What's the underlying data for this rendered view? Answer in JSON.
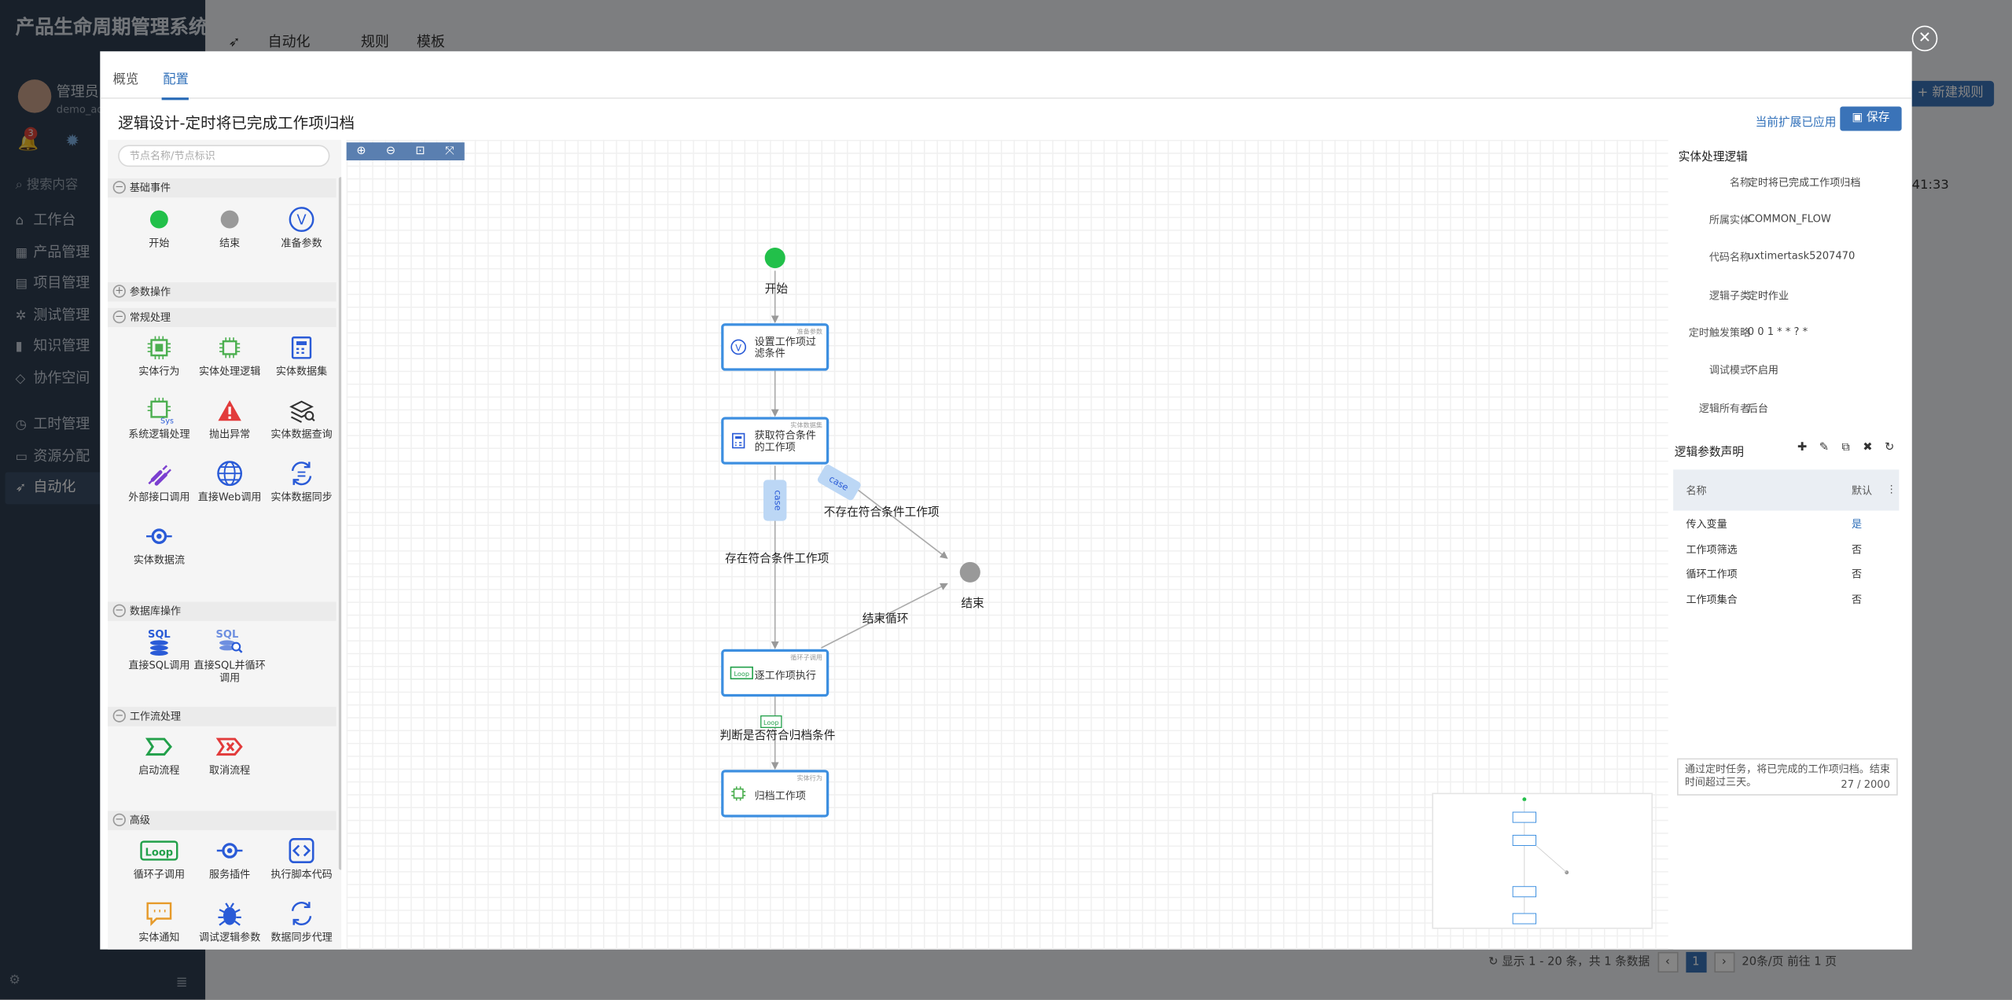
{
  "app": {
    "title": "产品生命周期管理系统",
    "user_name": "管理员",
    "user_id": "demo_ad",
    "notification_count": "3",
    "search_label": "搜索内容",
    "menu": [
      {
        "label": "工作台",
        "icon": "home-icon"
      },
      {
        "label": "产品管理",
        "icon": "grid-icon"
      },
      {
        "label": "项目管理",
        "icon": "doc-icon"
      },
      {
        "label": "测试管理",
        "icon": "bug-icon"
      },
      {
        "label": "知识管理",
        "icon": "book-icon"
      },
      {
        "label": "协作空间",
        "icon": "diamond-icon"
      },
      {
        "label": "工时管理",
        "icon": "clock-icon"
      },
      {
        "label": "资源分配",
        "icon": "monitor-icon"
      },
      {
        "label": "自动化",
        "icon": "rocket-icon"
      }
    ],
    "top_tabs": [
      "自动化",
      "规则",
      "模板"
    ],
    "new_rule_label": "+ 新建规则",
    "row_time": "41:33",
    "pager": {
      "summary": "显示 1 - 20 条，共 1 条数据",
      "current": "1",
      "page_size": "20条/页",
      "goto_label": "前往",
      "goto_value": "1",
      "unit": "页"
    }
  },
  "modal": {
    "tabs": [
      "概览",
      "配置"
    ],
    "active_tab": "配置",
    "title": "逻辑设计-定时将已完成工作项归档",
    "extension_link": "当前扩展已应用",
    "save_label": "保存",
    "palette": {
      "search_placeholder": "节点名称/节点标识",
      "sections": [
        {
          "title": "基础事件",
          "expanded": true,
          "items": [
            "开始",
            "结束",
            "准备参数"
          ]
        },
        {
          "title": "参数操作",
          "expanded": false,
          "items": []
        },
        {
          "title": "常规处理",
          "expanded": true,
          "items": [
            "实体行为",
            "实体处理逻辑",
            "实体数据集",
            "系统逻辑处理",
            "抛出异常",
            "实体数据查询",
            "外部接口调用",
            "直接Web调用",
            "实体数据同步",
            "实体数据流"
          ]
        },
        {
          "title": "数据库操作",
          "expanded": true,
          "items": [
            "直接SQL调用",
            "直接SQL并循环调用"
          ]
        },
        {
          "title": "工作流处理",
          "expanded": true,
          "items": [
            "启动流程",
            "取消流程"
          ]
        },
        {
          "title": "高级",
          "expanded": true,
          "items": [
            "循环子调用",
            "服务插件",
            "执行脚本代码",
            "实体通知",
            "调试逻辑参数",
            "数据同步代理"
          ]
        }
      ]
    },
    "canvas": {
      "toolbar": [
        "zoom-in-icon",
        "zoom-out-icon",
        "fit-icon",
        "fullscreen-icon"
      ],
      "start_label": "开始",
      "end_label": "结束",
      "nodes": [
        {
          "tag": "准备参数",
          "text": "设置工作项过滤条件"
        },
        {
          "tag": "实体数据集",
          "text": "获取符合条件的工作项"
        },
        {
          "tag": "循环子调用",
          "text": "逐工作项执行"
        },
        {
          "tag": "实体行为",
          "text": "归档工作项"
        }
      ],
      "edges": {
        "not_exist": "不存在符合条件工作项",
        "exist": "存在符合条件工作项",
        "end_loop": "结束循环",
        "check": "判断是否符合归档条件",
        "case": "case"
      }
    },
    "properties": {
      "title": "实体处理逻辑",
      "fields": [
        {
          "key": "名称",
          "value": "定时将已完成工作项归档"
        },
        {
          "key": "所属实体",
          "value": "COMMON_FLOW"
        },
        {
          "key": "代码名称",
          "value": "uxtimertask5207470"
        },
        {
          "key": "逻辑子类",
          "value": "定时作业"
        },
        {
          "key": "定时触发策略",
          "value": "0 0 1 * * ? *"
        },
        {
          "key": "调试模式",
          "value": "不启用"
        },
        {
          "key": "逻辑所有者",
          "value": "后台"
        }
      ],
      "params_title": "逻辑参数声明",
      "params_columns": [
        "名称",
        "默认"
      ],
      "params": [
        {
          "name": "传入变量",
          "default": "是"
        },
        {
          "name": "工作项筛选",
          "default": "否"
        },
        {
          "name": "循环工作项",
          "default": "否"
        },
        {
          "name": "工作项集合",
          "default": "否"
        }
      ],
      "memo": "通过定时任务，将已完成的工作项归档。结束时间超过三天。",
      "memo_count": "27 / 2000"
    }
  }
}
